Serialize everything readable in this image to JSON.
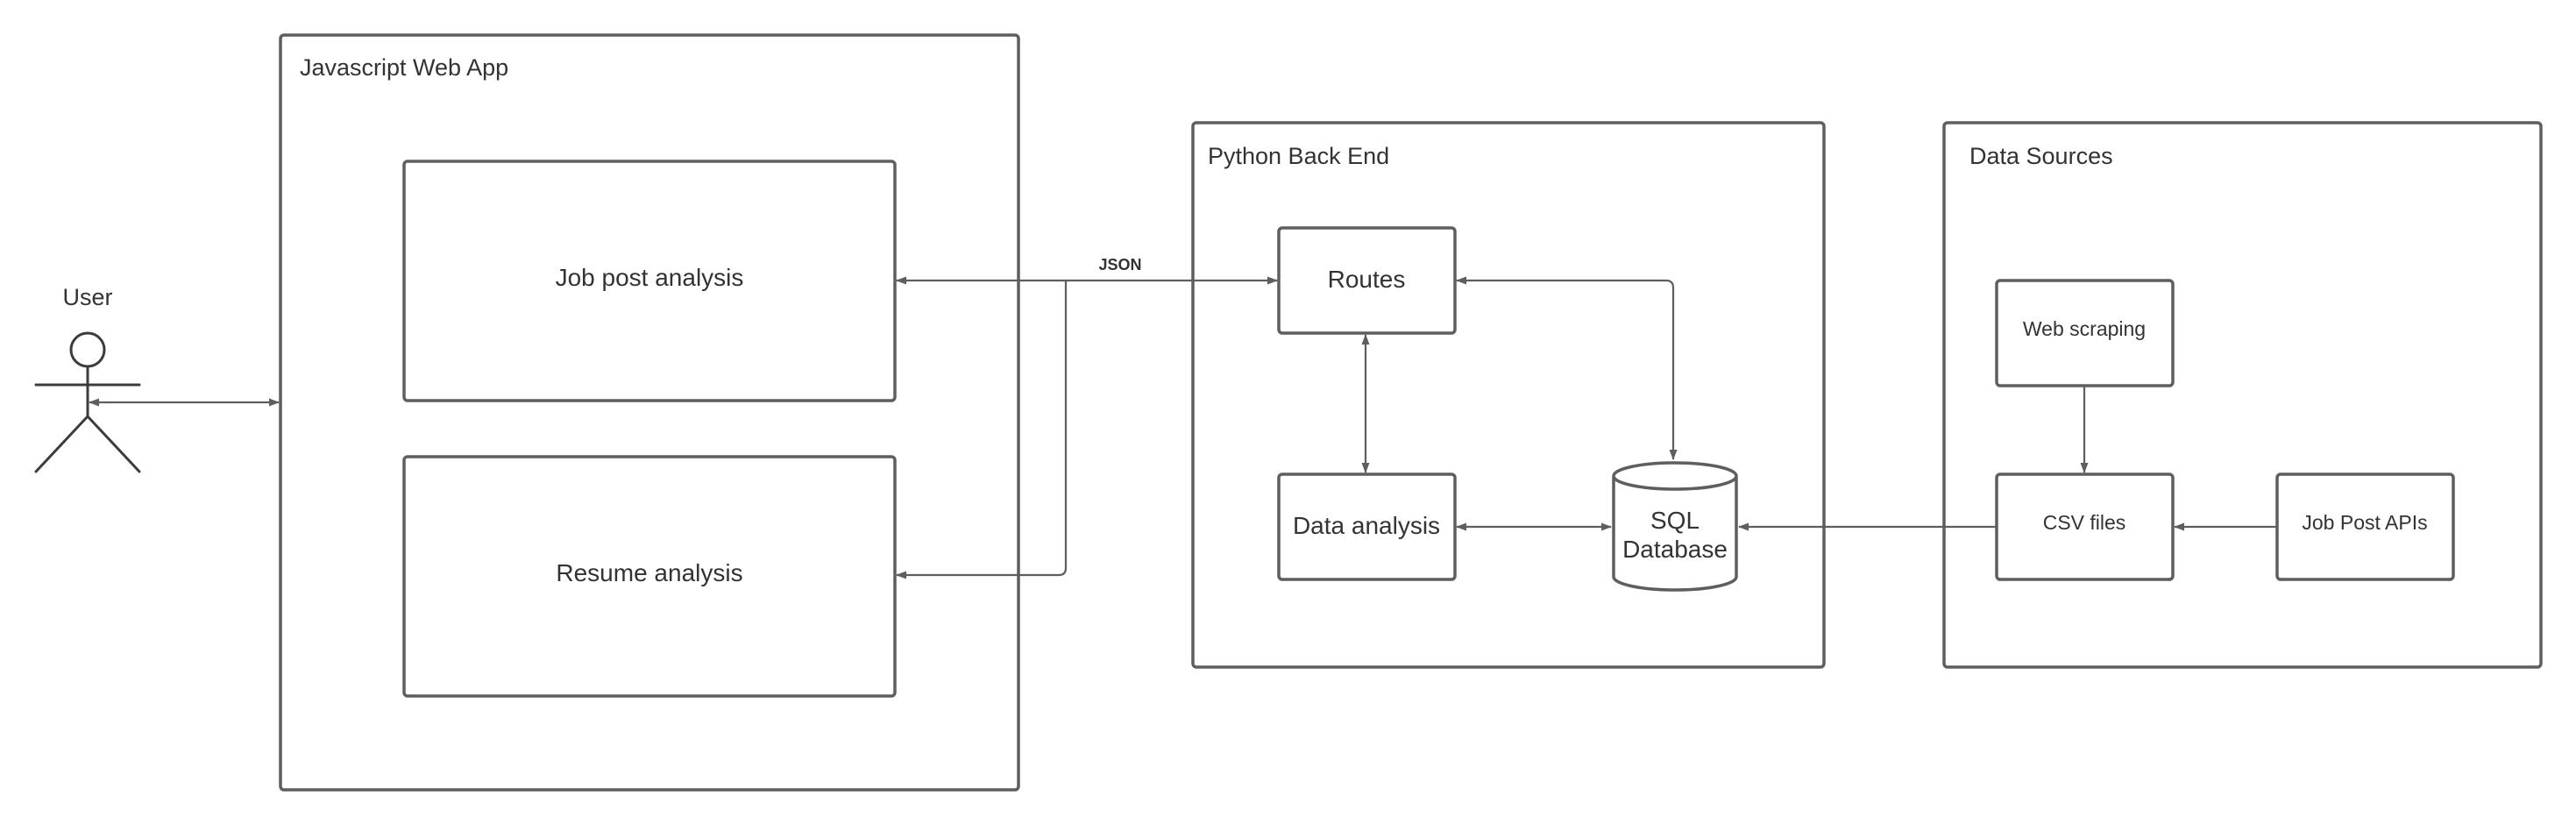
{
  "actor": {
    "label": "User"
  },
  "containers": {
    "webapp": {
      "title": "Javascript Web App"
    },
    "backend": {
      "title": "Python Back End"
    },
    "sources": {
      "title": "Data Sources"
    }
  },
  "nodes": {
    "job_post_analysis": "Job post analysis",
    "resume_analysis": "Resume analysis",
    "routes": "Routes",
    "data_analysis": "Data analysis",
    "sql_database_line1": "SQL",
    "sql_database_line2": "Database",
    "web_scraping": "Web scraping",
    "csv_files": "CSV files",
    "job_post_apis": "Job Post APIs"
  },
  "edges": {
    "json_label": "JSON"
  },
  "colors": {
    "stroke": "#5e5e5e",
    "text": "#333333",
    "background": "#ffffff"
  }
}
